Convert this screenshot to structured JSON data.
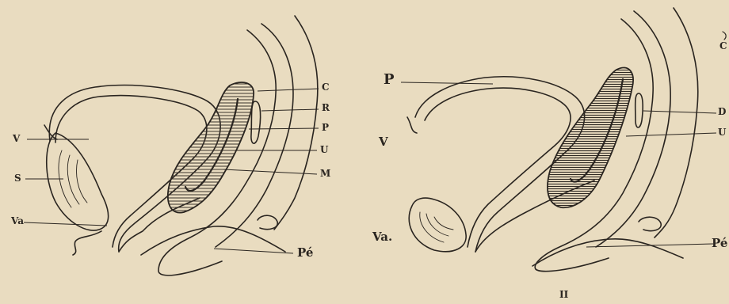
{
  "figure_I": {
    "labels": {
      "V": "V",
      "S": "S",
      "Va": "Va",
      "C": "C",
      "R": "R",
      "P": "P",
      "U": "U",
      "M": "M",
      "Pe": "Pé"
    }
  },
  "figure_II": {
    "labels": {
      "P": "P",
      "V": "V",
      "Va": "Va.",
      "C": "C",
      "D": "D",
      "U": "U",
      "Pe": "Pé"
    },
    "numeral": "II"
  },
  "colors": {
    "paper": "#e9dcc0",
    "ink": "#2a2520",
    "hatch": "#3a332b"
  }
}
